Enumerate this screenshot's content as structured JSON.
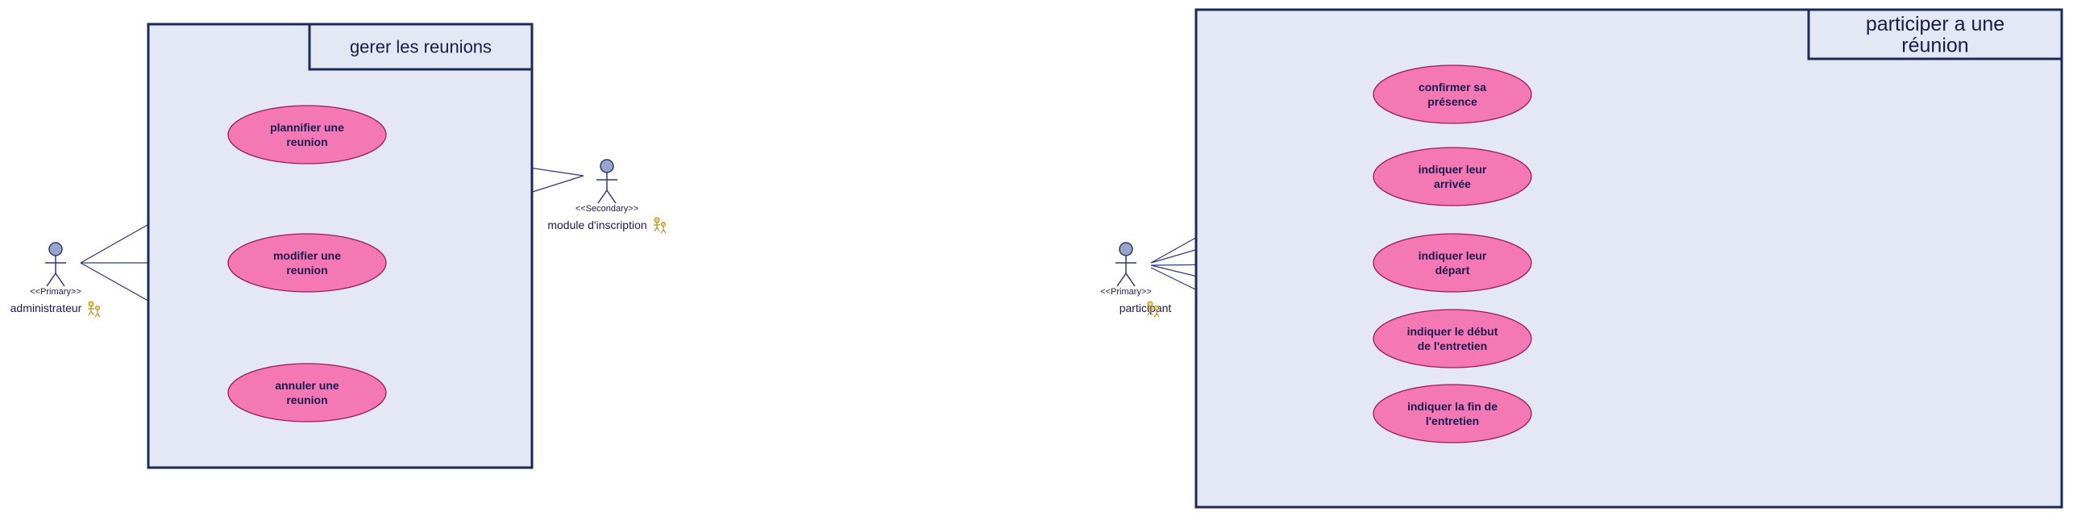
{
  "colors": {
    "boundary_fill": "#e4e8f5",
    "boundary_stroke": "#1a2a5a",
    "usecase_fill": "#f478b4",
    "usecase_stroke": "#9a1a5a",
    "actor_fill": "#9aa6c8",
    "line": "#2a3a7a"
  },
  "systems": [
    {
      "title_lines": [
        "gerer les reunions"
      ],
      "usecases": [
        {
          "lines": [
            "plannifier une",
            "reunion"
          ]
        },
        {
          "lines": [
            "modifier une",
            "reunion"
          ]
        },
        {
          "lines": [
            "annuler une",
            "reunion"
          ]
        }
      ]
    },
    {
      "title_lines": [
        "participer a une",
        "réunion"
      ],
      "usecases": [
        {
          "lines": [
            "confirmer sa",
            "présence"
          ]
        },
        {
          "lines": [
            "indiquer leur",
            "arrivée"
          ]
        },
        {
          "lines": [
            "indiquer leur",
            "départ"
          ]
        },
        {
          "lines": [
            "indiquer le début",
            "de l'entretien"
          ]
        },
        {
          "lines": [
            "indiquer la fin de",
            "l'entretien"
          ]
        }
      ]
    }
  ],
  "actors": [
    {
      "stereotype": "<<Primary>>",
      "name": "administrateur",
      "icon": "actor-role-icon"
    },
    {
      "stereotype": "<<Secondary>>",
      "name": "module d'inscription",
      "icon": "actor-role-icon"
    },
    {
      "stereotype": "<<Primary>>",
      "name": "participant",
      "icon": "actor-role-icon"
    }
  ]
}
